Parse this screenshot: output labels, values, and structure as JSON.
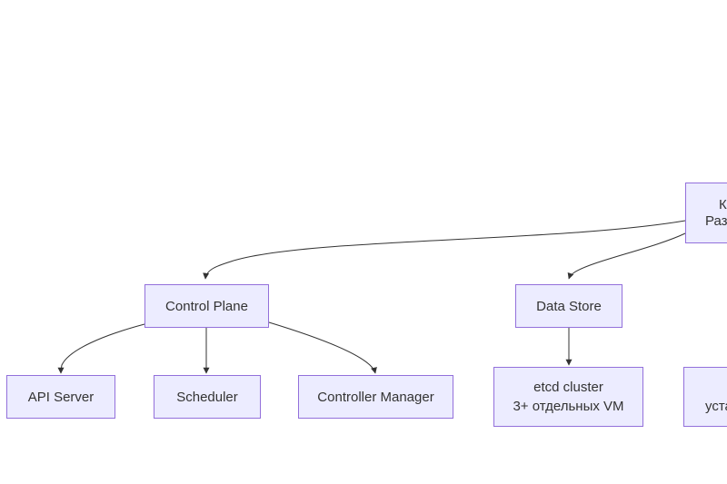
{
  "diagram": {
    "type": "flowchart",
    "colors": {
      "node_fill": "#ECECFF",
      "node_border": "#9370DB",
      "edge_stroke": "#333333",
      "text": "#333333",
      "background": "#ffffff"
    },
    "nodes": {
      "root": {
        "note": "box clipped by right edge of screenshot, only text fragments visible",
        "line1": "К",
        "line2": "Раз"
      },
      "control_plane": {
        "label": "Control Plane"
      },
      "data_store": {
        "label": "Data Store"
      },
      "api_server": {
        "label": "API Server"
      },
      "scheduler": {
        "label": "Scheduler"
      },
      "controller_manager": {
        "label": "Controller Manager"
      },
      "etcd": {
        "line1": "etcd cluster",
        "line2": "3+ отдельных VM"
      },
      "install": {
        "note": "box clipped by right edge of screenshot, only text fragment visible",
        "line1": "уста"
      }
    },
    "edges": [
      {
        "from": "root",
        "to": "control_plane"
      },
      {
        "from": "root",
        "to": "data_store"
      },
      {
        "from": "control_plane",
        "to": "api_server"
      },
      {
        "from": "control_plane",
        "to": "scheduler"
      },
      {
        "from": "control_plane",
        "to": "controller_manager"
      },
      {
        "from": "data_store",
        "to": "etcd"
      }
    ]
  }
}
